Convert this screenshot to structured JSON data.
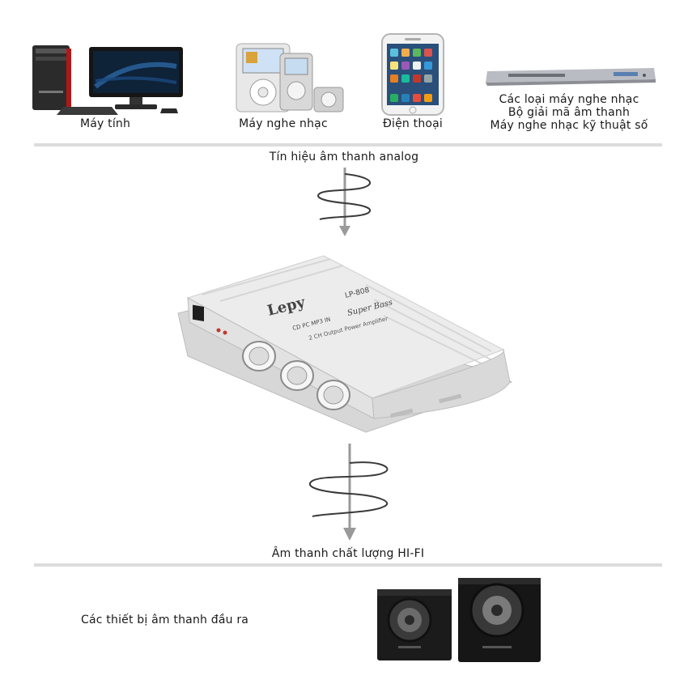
{
  "sources": [
    {
      "icon": "desktop-computer-icon",
      "label": "Máy tính"
    },
    {
      "icon": "music-player-icon",
      "label": "Máy nghe nhạc"
    },
    {
      "icon": "smartphone-icon",
      "label": "Điện thoại"
    },
    {
      "icon": "dvd-player-icon",
      "lines": [
        "Các loại máy nghe nhạc",
        "Bộ giải mã âm thanh",
        "Máy nghe nhạc kỹ thuật số"
      ]
    }
  ],
  "signal_in_label": "Tín hiệu âm thanh analog",
  "amplifier": {
    "icon": "power-amplifier-icon",
    "brand": "Lepy",
    "model": "LP-808",
    "inputs": "CD PC MP3 IN",
    "super_bass": "Super Bass",
    "subtitle": "2 CH Output Power Amplifier"
  },
  "signal_out_label": "Âm thanh chất lượng HI-FI",
  "output_label": "Các thiết bị âm thanh đầu ra",
  "output_icon": "speakers-icon",
  "colors": {
    "arrow": "#9a9a9a",
    "divider": "#dcdcdc",
    "amp_body": "#e6e6e6"
  }
}
